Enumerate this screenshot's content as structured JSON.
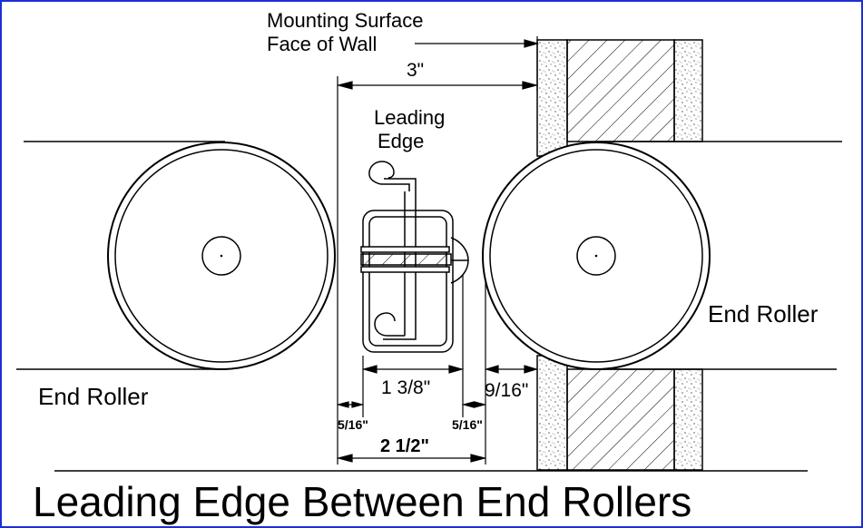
{
  "labels": {
    "mounting_surface": "Mounting Surface",
    "face_of_wall": "Face of Wall",
    "leading": "Leading",
    "edge": "Edge",
    "end_roller_left": "End Roller",
    "end_roller_right": "End Roller"
  },
  "dimensions": {
    "wall_gap": "3\"",
    "bracket_width": "1 3/8\"",
    "roller_gap": "9/16\"",
    "left_clearance": "5/16\"",
    "right_clearance": "5/16\"",
    "total_width": "2 1/2\""
  },
  "title": "Leading Edge Between End Rollers",
  "colors": {
    "frame_border": "#1a2fd6",
    "line": "#000000",
    "background": "#ffffff"
  }
}
